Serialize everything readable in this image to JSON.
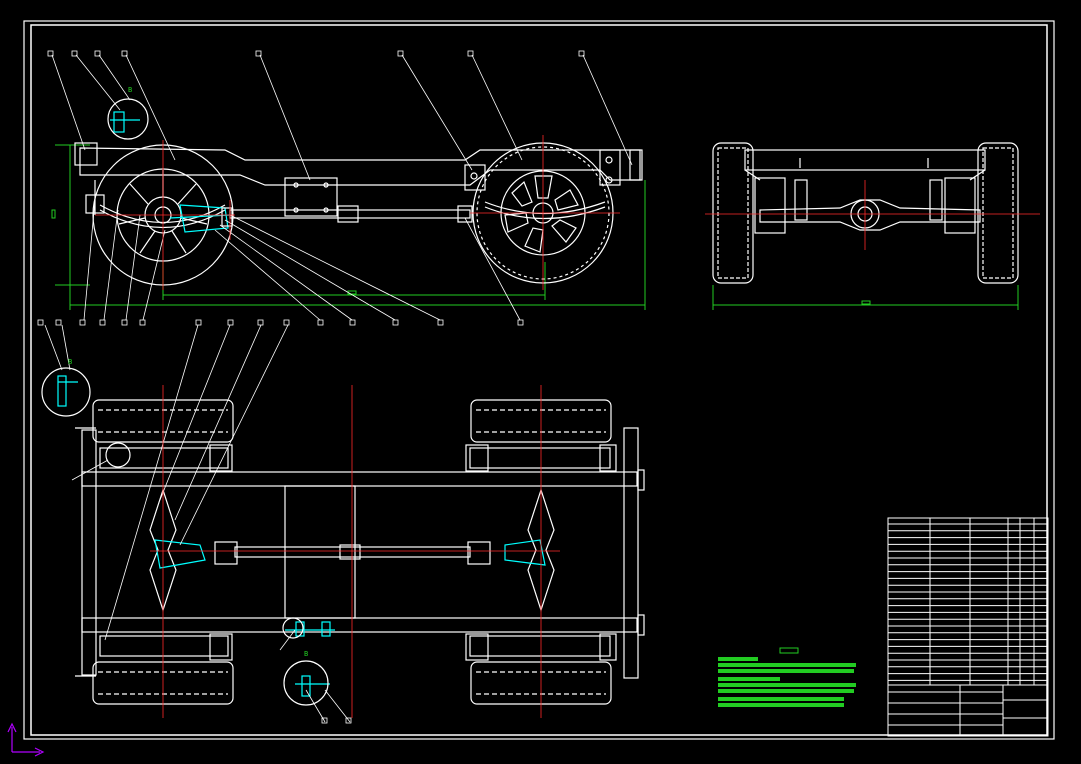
{
  "canvas": {
    "background": "#000000",
    "line_color": "#ffffff",
    "accent_color": "#00ffff",
    "centerline_color": "#ff2a2a",
    "dimension_color": "#22cc22",
    "ucs_color": "#b000ff"
  },
  "labels": {
    "detail_marker_top": "B",
    "detail_marker_left": "B",
    "detail_marker_bottom": "B"
  },
  "views": [
    "side-elevation",
    "rear-elevation",
    "plan-view",
    "title-block",
    "technical-notes"
  ],
  "icons": [
    "ucs-axis-icon"
  ]
}
